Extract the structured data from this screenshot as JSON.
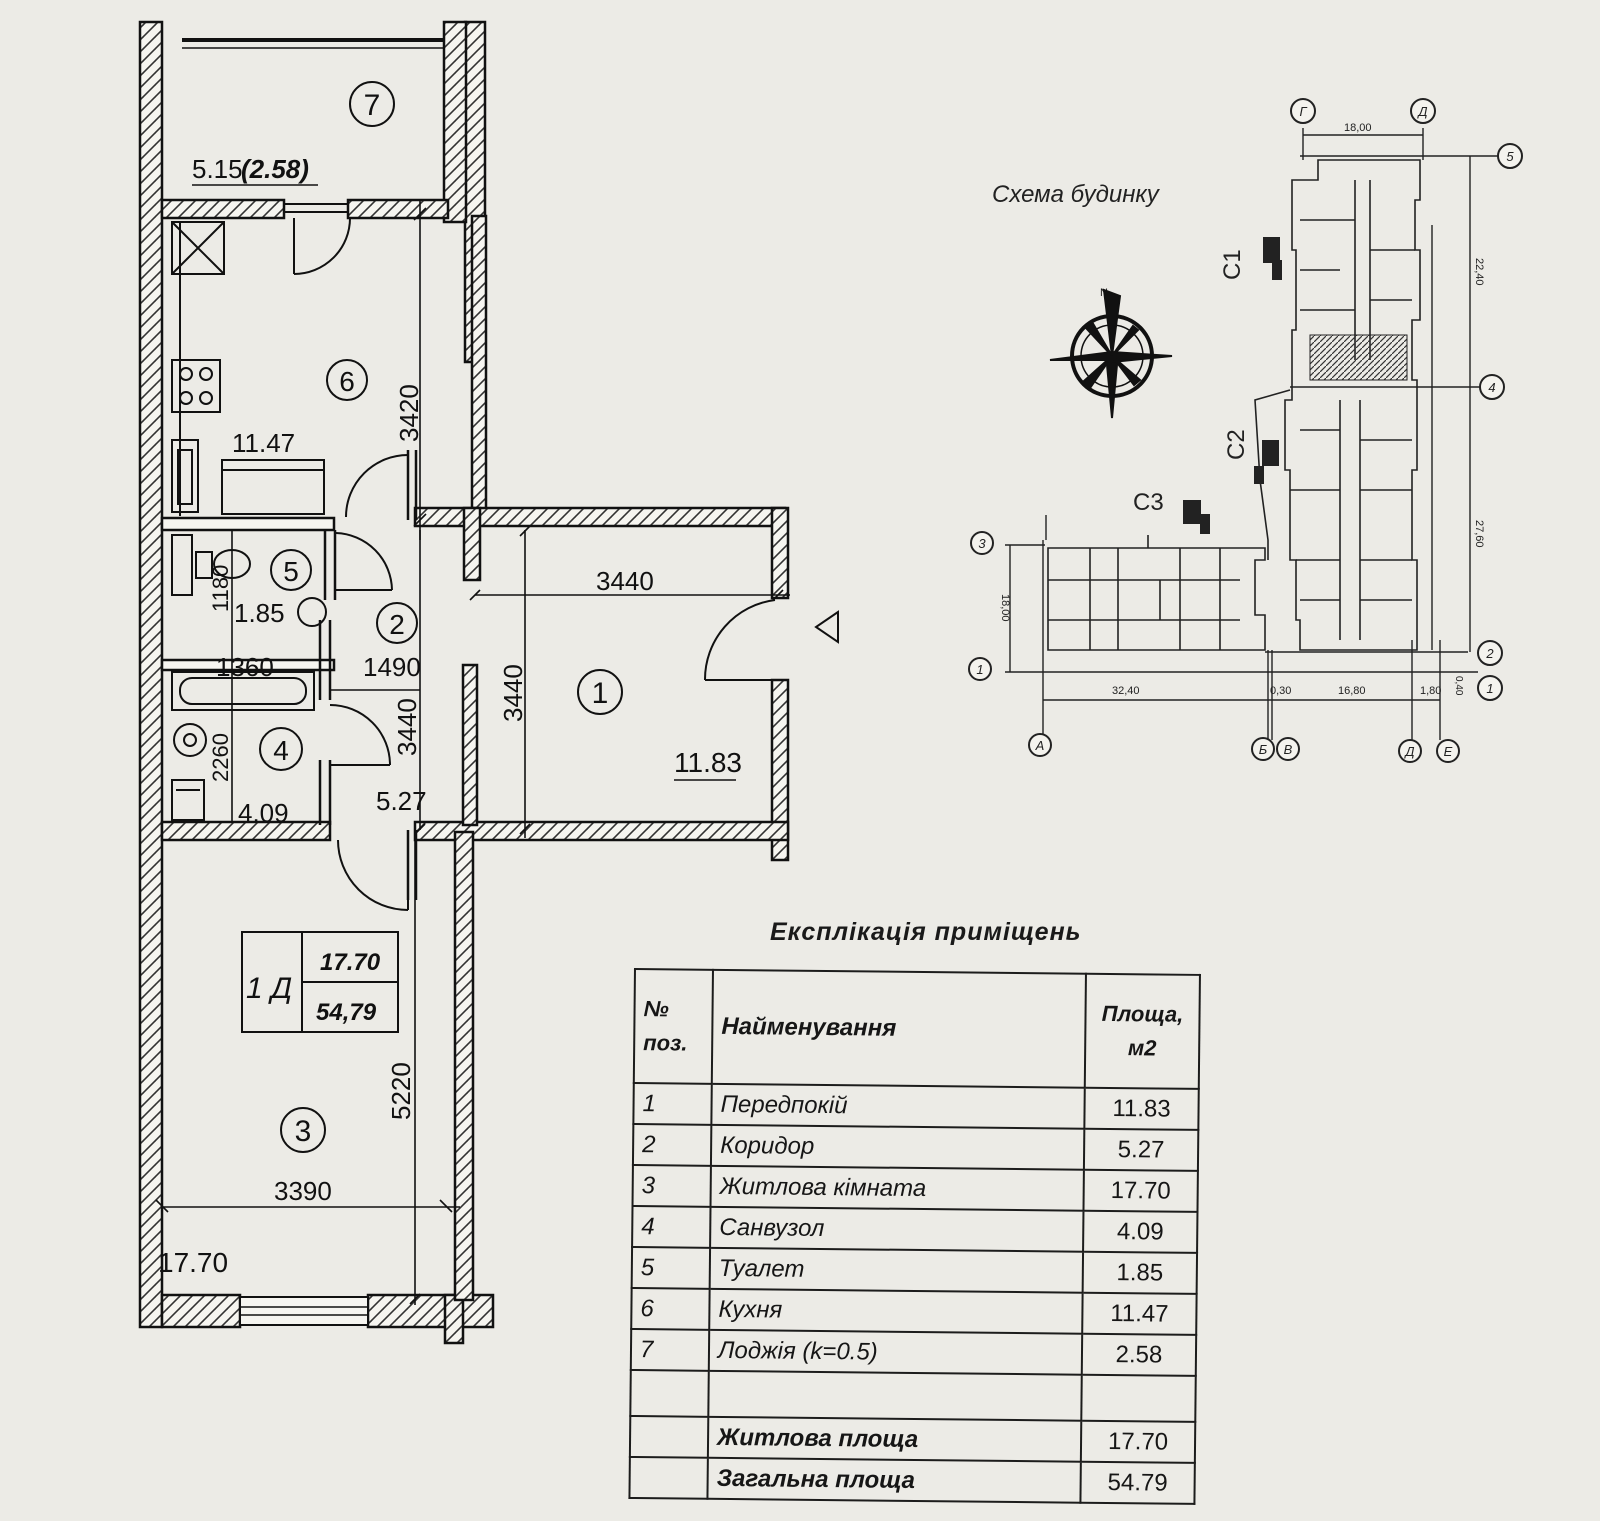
{
  "apartment": {
    "type_code": "1 Д",
    "living_area": "17.70",
    "total_area": "54,79"
  },
  "plan_rooms": [
    {
      "num": "7",
      "area": "5.15",
      "area_reduced": "(2.58)"
    },
    {
      "num": "6",
      "area": "11.47"
    },
    {
      "num": "5",
      "area": "1.85"
    },
    {
      "num": "2",
      "area": "5.27"
    },
    {
      "num": "4",
      "area": "4.09"
    },
    {
      "num": "1",
      "area": "11.83"
    },
    {
      "num": "3",
      "area": "17.70"
    }
  ],
  "dimensions": {
    "kitchen_depth": "3420",
    "hall_width": "3440",
    "hall_depth": "3440",
    "corridor_len": "3440",
    "corridor_width": "1490",
    "bath_width": "1360",
    "wc_depth": "1180",
    "bath_depth": "2260",
    "room_depth": "5220",
    "room_width": "3390"
  },
  "scheme": {
    "title": "Схема будинку",
    "sections": [
      "С1",
      "С2",
      "С3"
    ],
    "axes_letters": [
      "Г",
      "Д",
      "А",
      "Б",
      "В",
      "Д",
      "Е"
    ],
    "axes_numbers": [
      "5",
      "4",
      "3",
      "2",
      "1",
      "1"
    ],
    "dims": [
      "18,00",
      "22,40",
      "27,60",
      "18,00",
      "32,40",
      "0,30",
      "16,80",
      "1,80",
      "0,40"
    ]
  },
  "explication": {
    "title": "Експлікація приміщень",
    "header": {
      "num_top": "№",
      "num_bottom": "поз.",
      "name": "Найменування",
      "area_top": "Площа,",
      "area_bottom": "м2"
    },
    "rows": [
      {
        "num": "1",
        "name": "Передпокій",
        "area": "11.83"
      },
      {
        "num": "2",
        "name": "Коридор",
        "area": "5.27"
      },
      {
        "num": "3",
        "name": "Житлова кімната",
        "area": "17.70"
      },
      {
        "num": "4",
        "name": "Санвузол",
        "area": "4.09"
      },
      {
        "num": "5",
        "name": "Туалет",
        "area": "1.85"
      },
      {
        "num": "6",
        "name": "Кухня",
        "area": "11.47"
      },
      {
        "num": "7",
        "name": "Лоджія (k=0.5)",
        "area": "2.58"
      }
    ],
    "totals": [
      {
        "name": "Житлова площа",
        "area": "17.70"
      },
      {
        "name": "Загальна площа",
        "area": "54.79"
      }
    ]
  }
}
